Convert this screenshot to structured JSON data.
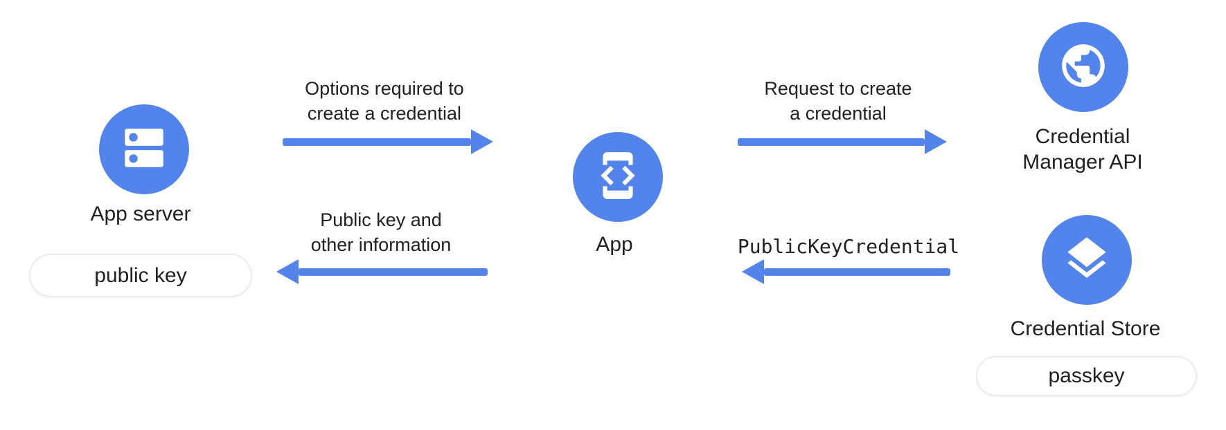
{
  "colors": {
    "accent": "#5384EC",
    "text": "#202124",
    "pill_border": "#ECECEC",
    "pill_bg": "#FFFFFF",
    "bg": "#FFFFFF"
  },
  "nodes": {
    "app_server": {
      "label": "App server",
      "badge": "public key",
      "icon": "server-icon"
    },
    "app": {
      "label": "App",
      "icon": "phone-code-icon"
    },
    "credential_manager_api": {
      "label_line1": "Credential",
      "label_line2": "Manager API",
      "icon": "globe-icon"
    },
    "credential_store": {
      "label": "Credential Store",
      "badge": "passkey",
      "icon": "layers-icon"
    }
  },
  "arrows": {
    "options": {
      "direction": "right",
      "line1": "Options required to",
      "line2": "create a credential"
    },
    "request": {
      "direction": "right",
      "line1": "Request to create",
      "line2": "a credential"
    },
    "public_key_credential": {
      "direction": "left",
      "label": "PublicKeyCredential"
    },
    "public_key_return": {
      "direction": "left",
      "line1": "Public key and",
      "line2": "other information"
    }
  }
}
